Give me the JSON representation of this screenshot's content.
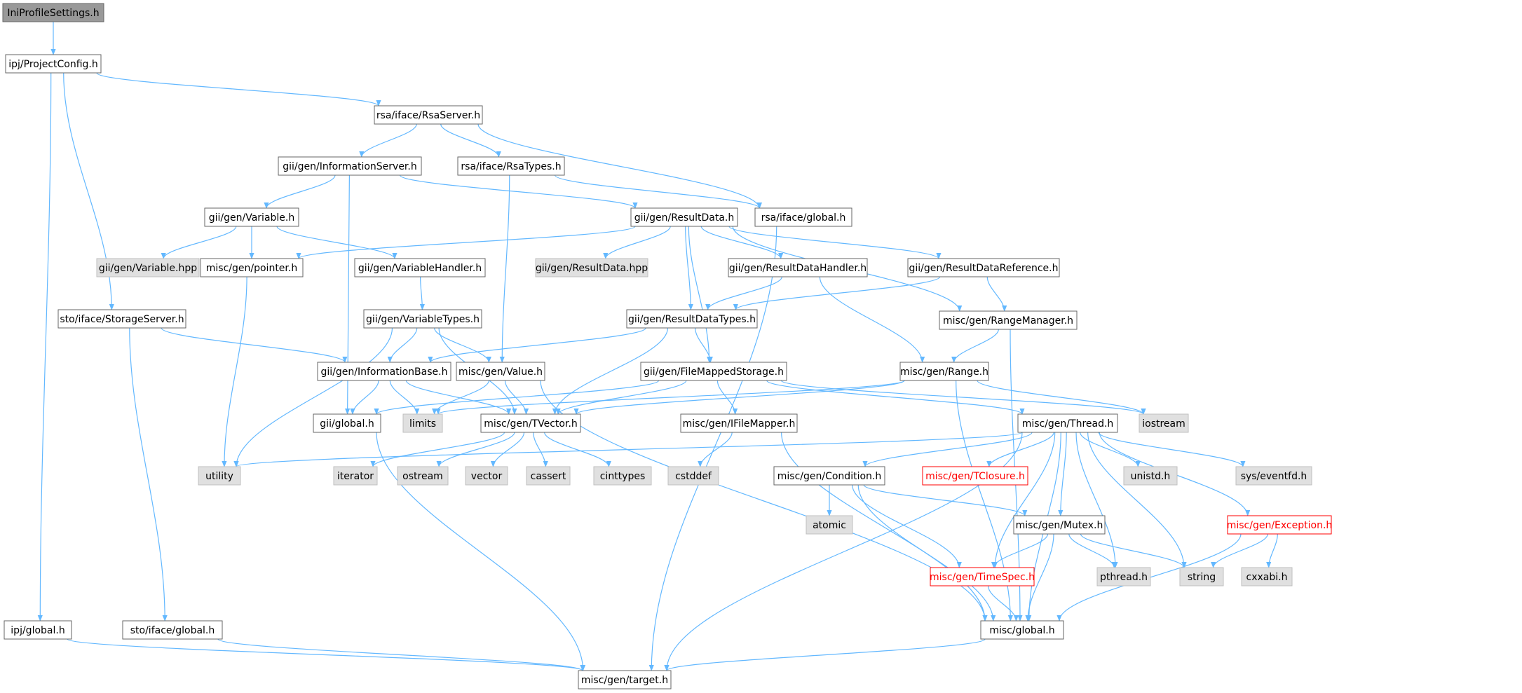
{
  "colors": {
    "edge": "#63b8ff",
    "node_border": "#666666",
    "normal_fill": "#ffffff",
    "normal_text": "#000000",
    "root_fill": "#999999",
    "system_fill": "#e0e0e0",
    "system_text": "#000000",
    "truncated_border": "#ff0000",
    "truncated_text": "#ff0000"
  },
  "nodes": [
    {
      "id": "IniProfileSettings.h",
      "kind": "root"
    },
    {
      "id": "ipj/ProjectConfig.h",
      "kind": "normal"
    },
    {
      "id": "rsa/iface/RsaServer.h",
      "kind": "normal"
    },
    {
      "id": "gii/gen/InformationServer.h",
      "kind": "normal"
    },
    {
      "id": "rsa/iface/RsaTypes.h",
      "kind": "normal"
    },
    {
      "id": "rsa/iface/global.h",
      "kind": "normal"
    },
    {
      "id": "gii/gen/Variable.h",
      "kind": "normal"
    },
    {
      "id": "gii/gen/ResultData.h",
      "kind": "normal"
    },
    {
      "id": "gii/gen/Variable.hpp",
      "kind": "system"
    },
    {
      "id": "misc/gen/pointer.h",
      "kind": "normal"
    },
    {
      "id": "gii/gen/VariableHandler.h",
      "kind": "normal"
    },
    {
      "id": "gii/gen/ResultData.hpp",
      "kind": "system"
    },
    {
      "id": "gii/gen/ResultDataHandler.h",
      "kind": "normal"
    },
    {
      "id": "gii/gen/ResultDataReference.h",
      "kind": "normal"
    },
    {
      "id": "sto/iface/StorageServer.h",
      "kind": "normal"
    },
    {
      "id": "gii/gen/VariableTypes.h",
      "kind": "normal"
    },
    {
      "id": "gii/gen/ResultDataTypes.h",
      "kind": "normal"
    },
    {
      "id": "misc/gen/RangeManager.h",
      "kind": "normal"
    },
    {
      "id": "gii/gen/InformationBase.h",
      "kind": "normal"
    },
    {
      "id": "misc/gen/Value.h",
      "kind": "normal"
    },
    {
      "id": "gii/gen/FileMappedStorage.h",
      "kind": "normal"
    },
    {
      "id": "misc/gen/Range.h",
      "kind": "normal"
    },
    {
      "id": "gii/global.h",
      "kind": "normal"
    },
    {
      "id": "limits",
      "kind": "system"
    },
    {
      "id": "misc/gen/TVector.h",
      "kind": "normal"
    },
    {
      "id": "misc/gen/IFileMapper.h",
      "kind": "normal"
    },
    {
      "id": "misc/gen/Thread.h",
      "kind": "normal"
    },
    {
      "id": "iostream",
      "kind": "system"
    },
    {
      "id": "utility",
      "kind": "system"
    },
    {
      "id": "iterator",
      "kind": "system"
    },
    {
      "id": "ostream",
      "kind": "system"
    },
    {
      "id": "vector",
      "kind": "system"
    },
    {
      "id": "cassert",
      "kind": "system"
    },
    {
      "id": "cinttypes",
      "kind": "system"
    },
    {
      "id": "cstddef",
      "kind": "system"
    },
    {
      "id": "misc/gen/Condition.h",
      "kind": "normal"
    },
    {
      "id": "misc/gen/TClosure.h",
      "kind": "truncated"
    },
    {
      "id": "unistd.h",
      "kind": "system"
    },
    {
      "id": "sys/eventfd.h",
      "kind": "system"
    },
    {
      "id": "atomic",
      "kind": "system"
    },
    {
      "id": "misc/gen/Mutex.h",
      "kind": "normal"
    },
    {
      "id": "misc/gen/Exception.h",
      "kind": "truncated"
    },
    {
      "id": "misc/gen/TimeSpec.h",
      "kind": "truncated"
    },
    {
      "id": "pthread.h",
      "kind": "system"
    },
    {
      "id": "string",
      "kind": "system"
    },
    {
      "id": "cxxabi.h",
      "kind": "system"
    },
    {
      "id": "ipj/global.h",
      "kind": "normal"
    },
    {
      "id": "sto/iface/global.h",
      "kind": "normal"
    },
    {
      "id": "misc/global.h",
      "kind": "normal"
    },
    {
      "id": "misc/gen/target.h",
      "kind": "normal"
    }
  ],
  "edges": [
    [
      "IniProfileSettings.h",
      "ipj/ProjectConfig.h"
    ],
    [
      "ipj/ProjectConfig.h",
      "rsa/iface/RsaServer.h"
    ],
    [
      "ipj/ProjectConfig.h",
      "sto/iface/StorageServer.h"
    ],
    [
      "ipj/ProjectConfig.h",
      "ipj/global.h"
    ],
    [
      "rsa/iface/RsaServer.h",
      "gii/gen/InformationServer.h"
    ],
    [
      "rsa/iface/RsaServer.h",
      "rsa/iface/RsaTypes.h"
    ],
    [
      "rsa/iface/RsaServer.h",
      "rsa/iface/global.h"
    ],
    [
      "gii/gen/InformationServer.h",
      "gii/gen/Variable.h"
    ],
    [
      "gii/gen/InformationServer.h",
      "gii/gen/ResultData.h"
    ],
    [
      "gii/gen/InformationServer.h",
      "gii/global.h"
    ],
    [
      "rsa/iface/RsaTypes.h",
      "rsa/iface/global.h"
    ],
    [
      "rsa/iface/RsaTypes.h",
      "misc/gen/Value.h"
    ],
    [
      "rsa/iface/global.h",
      "misc/gen/target.h"
    ],
    [
      "gii/gen/Variable.h",
      "gii/gen/Variable.hpp"
    ],
    [
      "gii/gen/Variable.h",
      "misc/gen/pointer.h"
    ],
    [
      "gii/gen/Variable.h",
      "gii/gen/VariableHandler.h"
    ],
    [
      "gii/gen/ResultData.h",
      "misc/gen/pointer.h"
    ],
    [
      "gii/gen/ResultData.h",
      "gii/gen/ResultData.hpp"
    ],
    [
      "gii/gen/ResultData.h",
      "gii/gen/ResultDataHandler.h"
    ],
    [
      "gii/gen/ResultData.h",
      "gii/gen/ResultDataReference.h"
    ],
    [
      "gii/gen/ResultData.h",
      "gii/gen/ResultDataTypes.h"
    ],
    [
      "gii/gen/ResultData.h",
      "misc/gen/RangeManager.h"
    ],
    [
      "gii/gen/ResultData.h",
      "gii/gen/FileMappedStorage.h"
    ],
    [
      "misc/gen/pointer.h",
      "utility"
    ],
    [
      "gii/gen/VariableHandler.h",
      "gii/gen/VariableTypes.h"
    ],
    [
      "gii/gen/ResultDataHandler.h",
      "gii/gen/ResultDataTypes.h"
    ],
    [
      "gii/gen/ResultDataHandler.h",
      "misc/gen/Range.h"
    ],
    [
      "gii/gen/ResultDataReference.h",
      "gii/gen/ResultDataTypes.h"
    ],
    [
      "gii/gen/ResultDataReference.h",
      "misc/gen/RangeManager.h"
    ],
    [
      "sto/iface/StorageServer.h",
      "gii/gen/InformationBase.h"
    ],
    [
      "sto/iface/StorageServer.h",
      "sto/iface/global.h"
    ],
    [
      "gii/gen/VariableTypes.h",
      "gii/gen/InformationBase.h"
    ],
    [
      "gii/gen/VariableTypes.h",
      "misc/gen/Value.h"
    ],
    [
      "gii/gen/VariableTypes.h",
      "misc/gen/TVector.h"
    ],
    [
      "gii/gen/VariableTypes.h",
      "utility"
    ],
    [
      "gii/gen/ResultDataTypes.h",
      "gii/gen/InformationBase.h"
    ],
    [
      "gii/gen/ResultDataTypes.h",
      "gii/gen/FileMappedStorage.h"
    ],
    [
      "gii/gen/ResultDataTypes.h",
      "misc/gen/TVector.h"
    ],
    [
      "misc/gen/RangeManager.h",
      "misc/gen/Range.h"
    ],
    [
      "misc/gen/RangeManager.h",
      "misc/global.h"
    ],
    [
      "gii/gen/InformationBase.h",
      "gii/global.h"
    ],
    [
      "gii/gen/InformationBase.h",
      "limits"
    ],
    [
      "gii/gen/InformationBase.h",
      "misc/gen/TVector.h"
    ],
    [
      "misc/gen/Value.h",
      "limits"
    ],
    [
      "misc/gen/Value.h",
      "misc/gen/TVector.h"
    ],
    [
      "misc/gen/Value.h",
      "misc/global.h"
    ],
    [
      "gii/gen/FileMappedStorage.h",
      "gii/global.h"
    ],
    [
      "gii/gen/FileMappedStorage.h",
      "misc/gen/TVector.h"
    ],
    [
      "gii/gen/FileMappedStorage.h",
      "misc/gen/IFileMapper.h"
    ],
    [
      "gii/gen/FileMappedStorage.h",
      "misc/gen/Thread.h"
    ],
    [
      "gii/gen/FileMappedStorage.h",
      "iostream"
    ],
    [
      "misc/gen/Range.h",
      "limits"
    ],
    [
      "misc/gen/Range.h",
      "misc/gen/TVector.h"
    ],
    [
      "misc/gen/Range.h",
      "iostream"
    ],
    [
      "misc/gen/Range.h",
      "misc/global.h"
    ],
    [
      "gii/global.h",
      "misc/gen/target.h"
    ],
    [
      "misc/gen/TVector.h",
      "iterator"
    ],
    [
      "misc/gen/TVector.h",
      "ostream"
    ],
    [
      "misc/gen/TVector.h",
      "vector"
    ],
    [
      "misc/gen/TVector.h",
      "cassert"
    ],
    [
      "misc/gen/TVector.h",
      "cinttypes"
    ],
    [
      "misc/gen/IFileMapper.h",
      "cstddef"
    ],
    [
      "misc/gen/IFileMapper.h",
      "misc/global.h"
    ],
    [
      "misc/gen/Thread.h",
      "utility"
    ],
    [
      "misc/gen/Thread.h",
      "misc/gen/Condition.h"
    ],
    [
      "misc/gen/Thread.h",
      "misc/gen/TClosure.h"
    ],
    [
      "misc/gen/Thread.h",
      "unistd.h"
    ],
    [
      "misc/gen/Thread.h",
      "sys/eventfd.h"
    ],
    [
      "misc/gen/Thread.h",
      "misc/gen/Mutex.h"
    ],
    [
      "misc/gen/Thread.h",
      "misc/gen/Exception.h"
    ],
    [
      "misc/gen/Thread.h",
      "misc/gen/TimeSpec.h"
    ],
    [
      "misc/gen/Thread.h",
      "pthread.h"
    ],
    [
      "misc/gen/Thread.h",
      "string"
    ],
    [
      "misc/gen/Thread.h",
      "misc/global.h"
    ],
    [
      "misc/gen/Thread.h",
      "misc/gen/target.h"
    ],
    [
      "misc/gen/Condition.h",
      "atomic"
    ],
    [
      "misc/gen/Condition.h",
      "misc/gen/Mutex.h"
    ],
    [
      "misc/gen/Condition.h",
      "misc/gen/TimeSpec.h"
    ],
    [
      "misc/gen/Condition.h",
      "misc/global.h"
    ],
    [
      "misc/gen/Mutex.h",
      "misc/gen/TimeSpec.h"
    ],
    [
      "misc/gen/Mutex.h",
      "pthread.h"
    ],
    [
      "misc/gen/Mutex.h",
      "string"
    ],
    [
      "misc/gen/Mutex.h",
      "misc/global.h"
    ],
    [
      "misc/gen/Exception.h",
      "string"
    ],
    [
      "misc/gen/Exception.h",
      "cxxabi.h"
    ],
    [
      "misc/gen/Exception.h",
      "misc/global.h"
    ],
    [
      "misc/gen/TimeSpec.h",
      "misc/global.h"
    ],
    [
      "ipj/global.h",
      "misc/gen/target.h"
    ],
    [
      "sto/iface/global.h",
      "misc/gen/target.h"
    ],
    [
      "misc/global.h",
      "misc/gen/target.h"
    ]
  ]
}
